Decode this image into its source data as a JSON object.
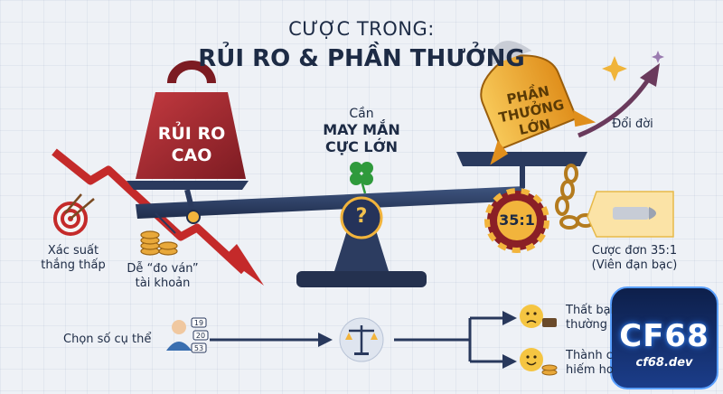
{
  "title": {
    "line1": "CƯỢC TRONG:",
    "line2": "RỦI RO & PHẦN THƯỞNG"
  },
  "risk_weight": {
    "line1": "RỦI RO",
    "line2": "CAO"
  },
  "reward_rocket": {
    "line1": "PHẦN",
    "line2": "THƯỞNG",
    "line3": "LỚN"
  },
  "fulcrum": {
    "small": "Cần",
    "big1": "MAY MẮN",
    "big2": "CỰC LỚN",
    "symbol": "?"
  },
  "chip": {
    "ratio": "35:1"
  },
  "labels": {
    "doi_doi": "Đổi đời",
    "bet_line1": "Cược đơn 35:1",
    "bet_line2": "(Viên đạn bạc)",
    "prob_line1": "Xác suất",
    "prob_line2": "thắng thấp",
    "bankrupt_line1": "Dễ “đo ván”",
    "bankrupt_line2": "tài khoản",
    "choose": "Chọn số cụ thể",
    "lose_line1": "Thất bại",
    "lose_line2": "thường",
    "win_line1": "Thành c",
    "win_line2": "hiếm ho"
  },
  "card_numbers": [
    "19",
    "20",
    "53"
  ],
  "logo": {
    "main": "CF68",
    "sub": "cf68.dev"
  },
  "colors": {
    "risk_red": "#a8262f",
    "gold": "#f2b43c",
    "navy": "#28385c",
    "arrow_red": "#c42a2a"
  }
}
